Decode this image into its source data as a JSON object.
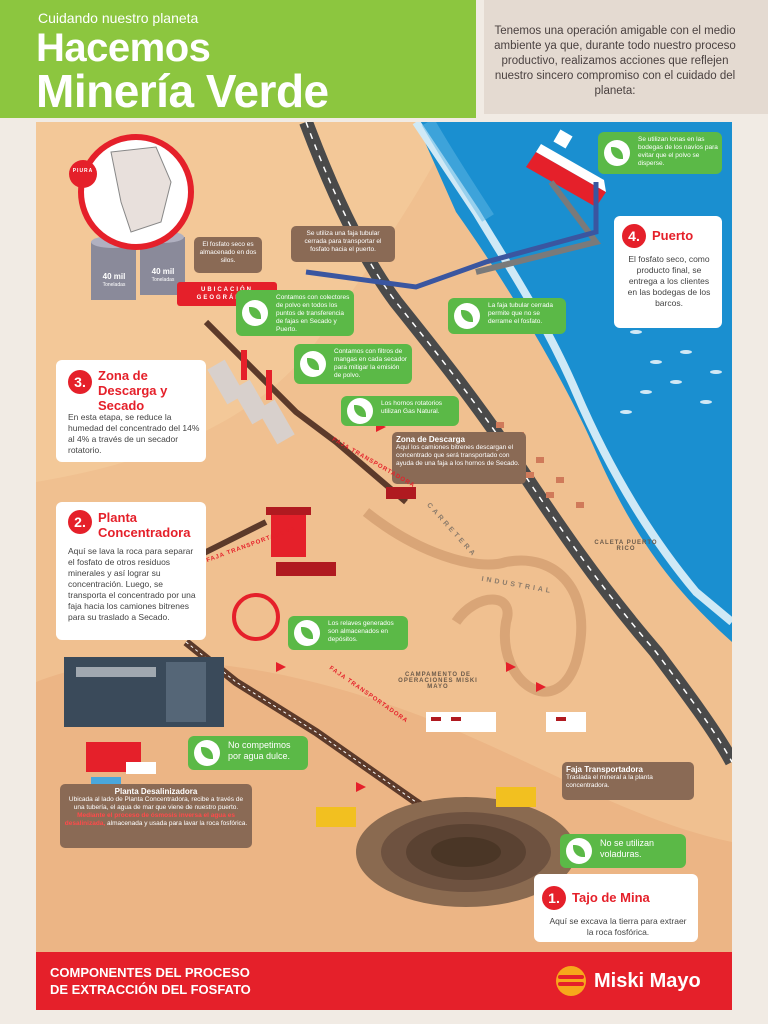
{
  "header": {
    "pretitle": "Cuidando nuestro planeta",
    "title_line1": "Hacemos",
    "title_line2": "Minería Verde",
    "intro": "Tenemos una operación amigable con el medio ambiente ya que, durante todo nuestro proceso productivo, realizamos acciones que reflejen nuestro sincero compromiso con el cuidado del planeta:"
  },
  "location": {
    "pin": "PIURA",
    "label": "UBICACIÓN GEOGRÁFICA"
  },
  "silos": [
    {
      "value": "40 mil",
      "unit": "Toneladas"
    },
    {
      "value": "40 mil",
      "unit": "Toneladas"
    }
  ],
  "steps": [
    {
      "number": "1.",
      "title": "Tajo de Mina",
      "text": "Aquí se excava la tierra para extraer la roca fosfórica."
    },
    {
      "number": "2.",
      "title": "Planta Concentradora",
      "text": "Aquí se lava la roca para separar el fosfato de otros residuos minerales y así lograr su concentración. Luego, se transporta el concentrado por una faja hacia los camiones bitrenes para su traslado a Secado."
    },
    {
      "number": "3.",
      "title": "Zona de Descarga y Secado",
      "text": "En esta etapa, se reduce la humedad del concentrado del 14% al 4% a través de un secador rotatorio."
    },
    {
      "number": "4.",
      "title": "Puerto",
      "text": "El fosfato seco, como producto final, se entrega a los clientes en las bodegas de los barcos."
    }
  ],
  "notes": {
    "silos": "El fosfato seco es almacenado en dos silos.",
    "tubular": "Se utiliza una faja tubular cerrada para transportar el fosfato hacia el puerto.",
    "descarga_title": "Zona de Descarga",
    "descarga_text": "Aquí los camiones bitrenes descargan el concentrado que será transportado con ayuda de una faja a los hornos de Secado.",
    "faja_title": "Faja Transportadora",
    "faja_text": "Traslada el mineral a la planta concentradora.",
    "desal_title": "Planta Desalinizadora",
    "desal_text_1": "Ubicada al lado de Planta Concentradora, recibe a través de una tubería, el agua de mar que viene de nuestro puerto.",
    "desal_text_red": "Mediante el proceso de ósmosis inversa el agua es desalinizada,",
    "desal_text_2": "almacenada y usada para lavar la roca fosfórica."
  },
  "green_notes": [
    "Se utilizan lonas en las bodegas de los navíos para evitar que el polvo se disperse.",
    "Contamos con colectores de polvo en todos los puntos de transferencia de fajas en Secado y Puerto.",
    "La faja tubular cerrada permite que no se derrame el fosfato.",
    "Contamos con filtros de mangas en cada secador para mitigar la emisión de polvo.",
    "Los hornos rotatorios utilizan Gas Natural.",
    "Los relaves generados son almacenados en depósitos.",
    "No competimos por agua dulce.",
    "No se utilizan voladuras."
  ],
  "places": {
    "caleta": "CALETA PUERTO RICO",
    "campamento": "CAMPAMENTO DE OPERACIONES MISKI MAYO",
    "carretera": "CARRETERA",
    "industrial": "INDUSTRIAL",
    "faja1": "FAJA TRANSPORTADORA",
    "faja2": "FAJA TRANSPORTADORA",
    "faja3": "FAJA TRANSPORTADORA"
  },
  "footer": {
    "line1": "COMPONENTES DEL PROCESO",
    "line2": "DE EXTRACCIÓN  DEL FOSFATO",
    "brand": "Miski Mayo"
  },
  "colors": {
    "green": "#8cc63f",
    "red": "#e5202a",
    "sea": "#1a8fd0",
    "sand": "#f0c090",
    "brown": "#8a6a55"
  }
}
